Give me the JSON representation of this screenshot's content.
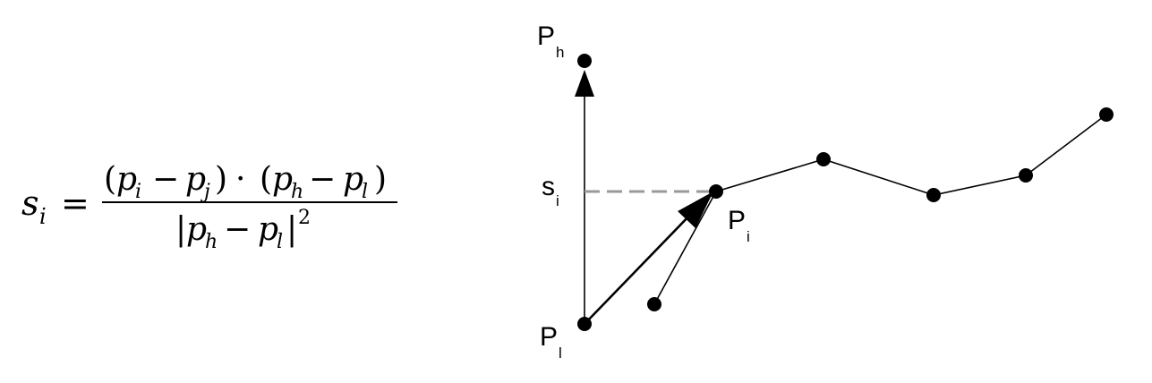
{
  "formula": {
    "lhs_var": "s",
    "lhs_sub": "i",
    "equals": "=",
    "num_open1": "(",
    "num_p1": "p",
    "num_p1_sub": "i",
    "num_minus1": "−",
    "num_p2": "p",
    "num_p2_sub": "j",
    "num_close1": ")",
    "num_dot": "·",
    "num_open2": "(",
    "num_p3": "p",
    "num_p3_sub": "h",
    "num_minus2": "−",
    "num_p4": "p",
    "num_p4_sub": "l",
    "num_close2": ")",
    "den_bar1": "|",
    "den_p1": "p",
    "den_p1_sub": "h",
    "den_minus": "−",
    "den_p2": "p",
    "den_p2_sub": "l",
    "den_bar2": "|",
    "den_exp": "2"
  },
  "diagram": {
    "labels": {
      "ph": "P",
      "ph_sub": "h",
      "pl": "P",
      "pl_sub": "l",
      "pi": "P",
      "pi_sub": "i",
      "si": "s",
      "si_sub": "i"
    }
  }
}
